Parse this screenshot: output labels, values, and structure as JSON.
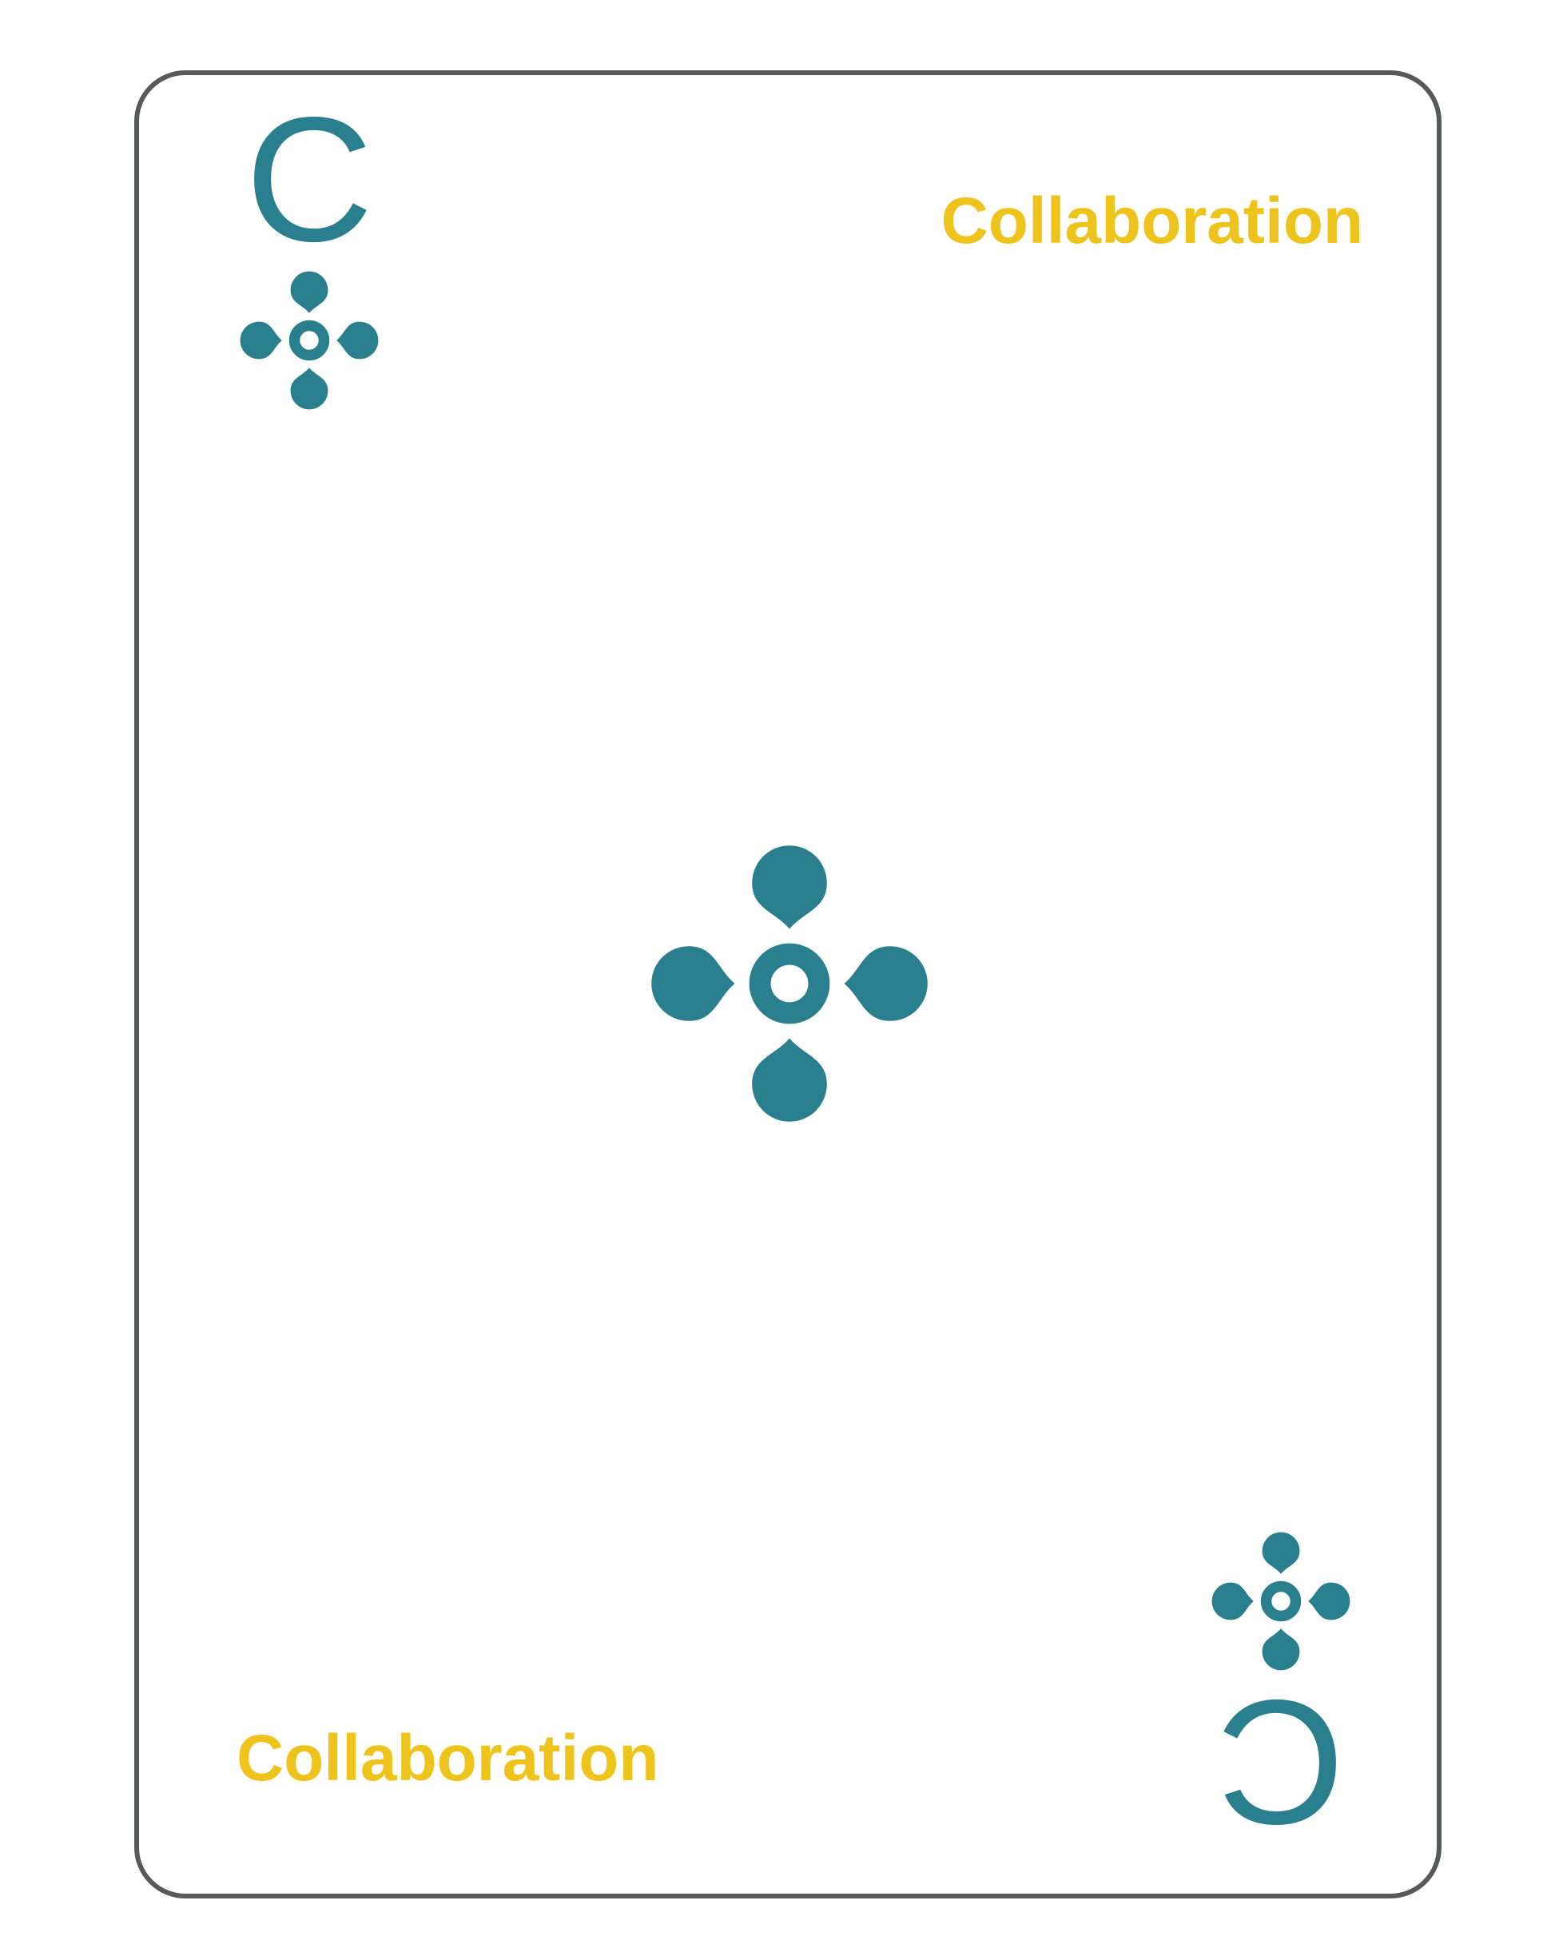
{
  "card": {
    "rank": "C",
    "rank_bottom": "C",
    "title_top": "Collaboration",
    "title_bottom": "Collaboration"
  },
  "icons": {
    "suit": "collaboration-flower-icon"
  },
  "colors": {
    "teal": "#2a7f8e",
    "gold": "#eec31c",
    "border": "#58595b",
    "card-bg": "#ffffff"
  }
}
